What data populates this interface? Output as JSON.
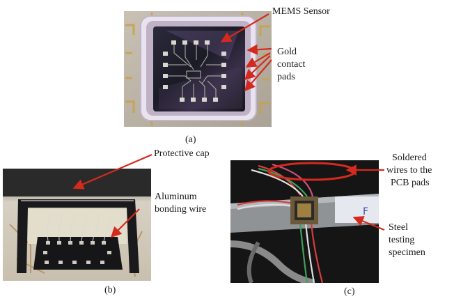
{
  "panels": {
    "a": {
      "caption": "(a)",
      "labels": {
        "sensor": "MEMS Sensor",
        "pads_line1": "Gold",
        "pads_line2": "contact",
        "pads_line3": "pads"
      }
    },
    "b": {
      "caption": "(b)",
      "labels": {
        "cap": "Protective cap",
        "wire_line1": "Aluminum",
        "wire_line2": "bonding wire"
      }
    },
    "c": {
      "caption": "(c)",
      "labels": {
        "wires_line1": "Soldered",
        "wires_line2": "wires to the",
        "wires_line3": "PCB pads",
        "steel_line1": "Steel",
        "steel_line2": "testing",
        "steel_line3": "specimen"
      }
    }
  },
  "colors": {
    "arrow": "#d42a1e",
    "text": "#1a1a1a"
  }
}
